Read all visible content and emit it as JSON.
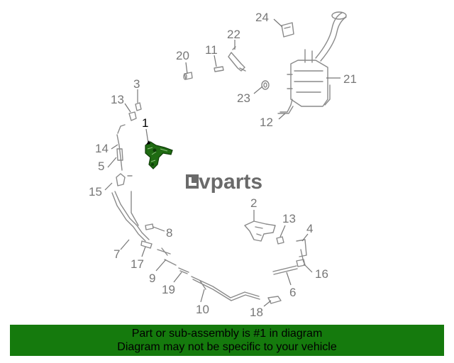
{
  "diagram": {
    "callouts": [
      {
        "id": "1",
        "highlighted": true
      },
      {
        "id": "2"
      },
      {
        "id": "3"
      },
      {
        "id": "4"
      },
      {
        "id": "5"
      },
      {
        "id": "6"
      },
      {
        "id": "7"
      },
      {
        "id": "8"
      },
      {
        "id": "9"
      },
      {
        "id": "10"
      },
      {
        "id": "11"
      },
      {
        "id": "12"
      },
      {
        "id": "13"
      },
      {
        "id": "13b",
        "text": "13"
      },
      {
        "id": "14"
      },
      {
        "id": "15"
      },
      {
        "id": "16"
      },
      {
        "id": "17"
      },
      {
        "id": "18"
      },
      {
        "id": "19"
      },
      {
        "id": "20"
      },
      {
        "id": "21"
      },
      {
        "id": "22"
      },
      {
        "id": "23"
      },
      {
        "id": "24"
      }
    ],
    "highlight_color": "#1f6b12",
    "line_color": "#8a8a8a"
  },
  "logo": {
    "icon": "lv-logo-icon",
    "text": "vparts"
  },
  "banner": {
    "line1": "Part or sub-assembly is #1 in diagram",
    "line2": "Diagram may not be specific to your vehicle",
    "background": "#157a0d"
  }
}
